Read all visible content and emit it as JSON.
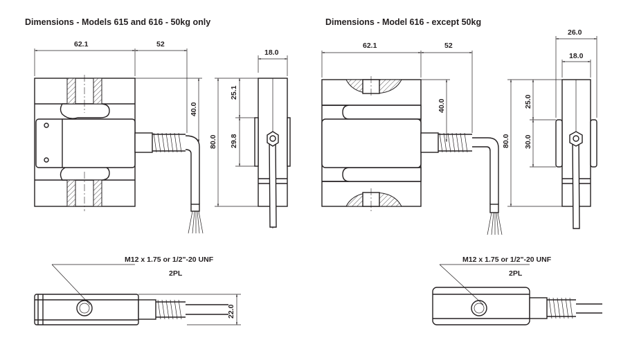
{
  "left_drawing": {
    "title": "Dimensions - Models 615 and 616 - 50kg only",
    "dims": {
      "width": "62.1",
      "cable_offset": "52",
      "cable_height": "40.0",
      "height": "80.0",
      "upper": "25.1",
      "mid": "29.8",
      "thickness": "18.0",
      "bottom_thickness": "22.0"
    },
    "thread_note": "M12 x 1.75 or 1/2\"-20 UNF",
    "qty_note": "2PL"
  },
  "right_drawing": {
    "title": "Dimensions - Model 616 - except 50kg",
    "dims": {
      "width": "62.1",
      "cable_offset": "52",
      "cable_height": "40.0",
      "height": "80.0",
      "upper": "25.0",
      "mid": "30.0",
      "overall_thickness": "26.0",
      "thickness": "18.0"
    },
    "thread_note": "M12 x 1.75 or 1/2\"-20 UNF",
    "qty_note": "2PL"
  }
}
